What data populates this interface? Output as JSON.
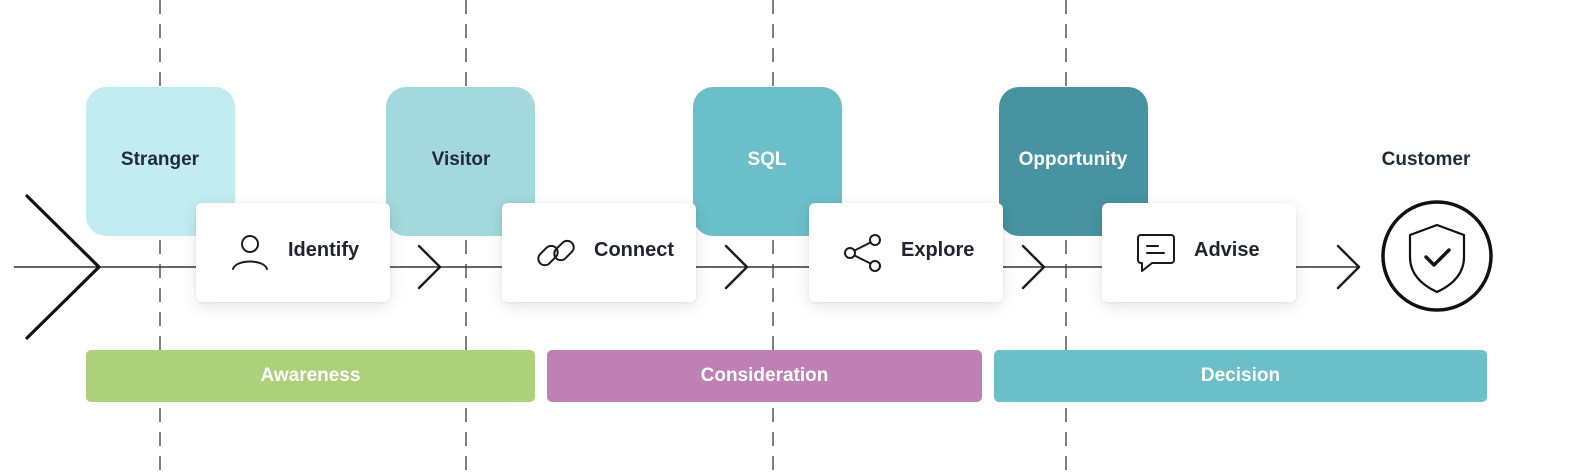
{
  "stages": [
    {
      "label": "Stranger",
      "color": "#c2ecef",
      "text_color": "#1f2b38"
    },
    {
      "label": "Visitor",
      "color": "#a3d8dc",
      "text_color": "#1f2b38"
    },
    {
      "label": "SQL",
      "color": "#6bbfc8",
      "text_color": "#ffffff"
    },
    {
      "label": "Opportunity",
      "color": "#4793a1",
      "text_color": "#ffffff"
    },
    {
      "label": "Customer",
      "color": "#ffffff",
      "text_color": "#1f2b38"
    }
  ],
  "steps": [
    {
      "label": "Identify",
      "icon": "user-icon"
    },
    {
      "label": "Connect",
      "icon": "link-icon"
    },
    {
      "label": "Explore",
      "icon": "share-icon"
    },
    {
      "label": "Advise",
      "icon": "chat-icon"
    }
  ],
  "phases": [
    {
      "label": "Awareness",
      "color": "#add07b"
    },
    {
      "label": "Consideration",
      "color": "#bf80b3"
    },
    {
      "label": "Decision",
      "color": "#6bbfc8"
    }
  ],
  "end_icon": "shield-check-icon",
  "start_icon": "chevron-right-icon"
}
